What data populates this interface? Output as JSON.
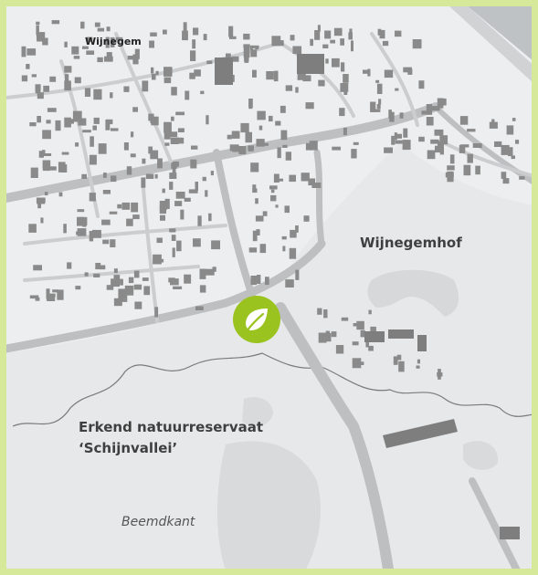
{
  "map": {
    "labels": {
      "town": "Wijnegem",
      "estate": "Wijnegemhof",
      "reserve_line1": "Erkend natuurreservaat",
      "reserve_line2": "‘Schijnvallei’",
      "field": "Beemdkant"
    },
    "marker": {
      "icon": "leaf-icon",
      "color": "#9bc31f"
    },
    "colors": {
      "frame": "#d6e89a",
      "land": "#e6e8ea",
      "water": "#d9dbdd",
      "roads_major": "#bdbfc1",
      "roads_minor": "#cbcdcf",
      "buildings": "#8a8a8a"
    }
  }
}
